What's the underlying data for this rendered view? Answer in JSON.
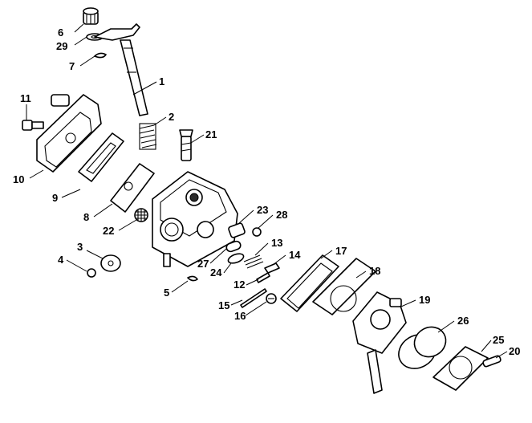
{
  "diagram": {
    "callouts": [
      "6",
      "29",
      "7",
      "1",
      "11",
      "2",
      "21",
      "10",
      "9",
      "8",
      "22",
      "23",
      "28",
      "3",
      "13",
      "14",
      "17",
      "4",
      "27",
      "24",
      "12",
      "18",
      "5",
      "15",
      "16",
      "19",
      "26",
      "25",
      "20"
    ]
  }
}
